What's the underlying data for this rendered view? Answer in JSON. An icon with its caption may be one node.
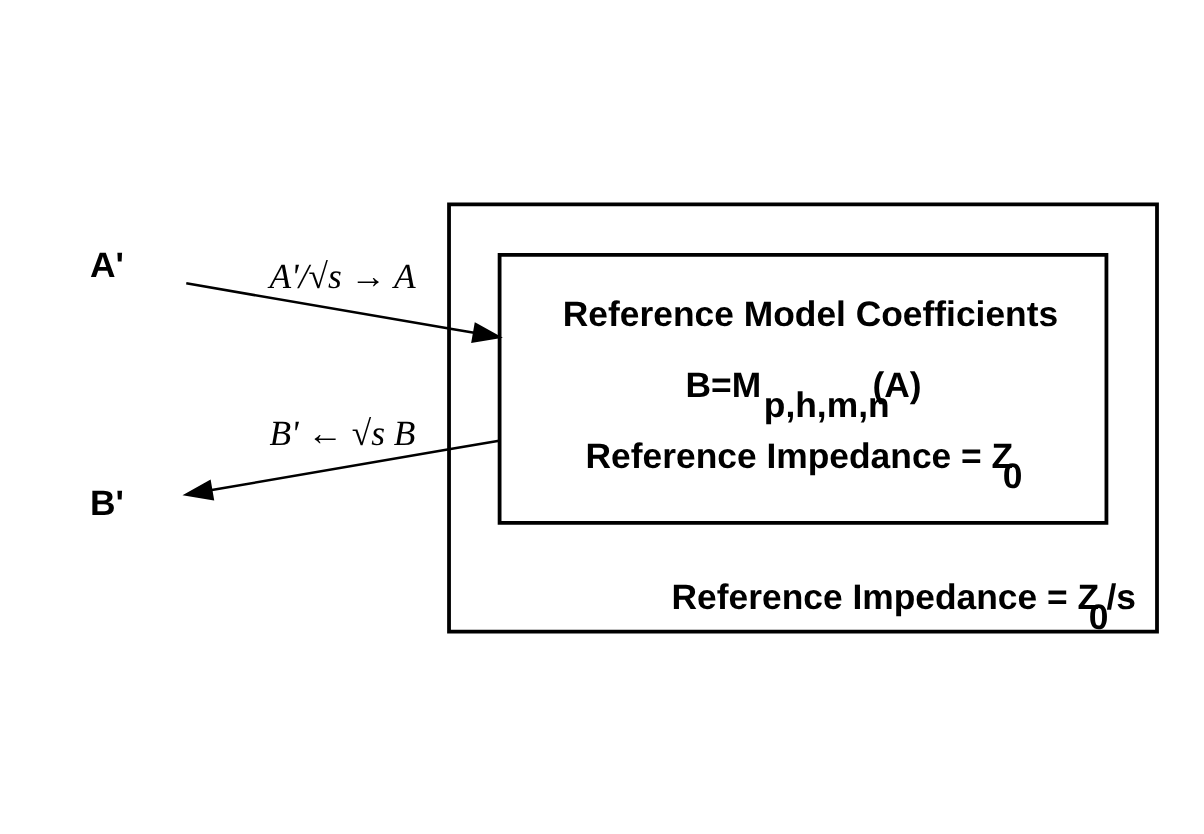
{
  "diagram": {
    "nodes": [
      {
        "text": [
          "Reference Impedance = Z$_{0}$/s"
        ]
      },
      {
        "text": [
          "Reference Model Coefficients",
          "B=M$_{p,h,m,n}$(A)",
          "Reference Impedance = Z$_{0}$"
        ],
        "in": 0
      },
      {
        "text": [
          "A'"
        ]
      },
      {
        "text": [
          "B'"
        ]
      }
    ],
    "edges": [
      {
        "from": 2,
        "to": 1,
        "arrow": "to",
        "label": "A'/√s → A"
      },
      {
        "from": 1,
        "to": 3,
        "arrow": "to",
        "label": "B' ← √s B"
      }
    ]
  }
}
